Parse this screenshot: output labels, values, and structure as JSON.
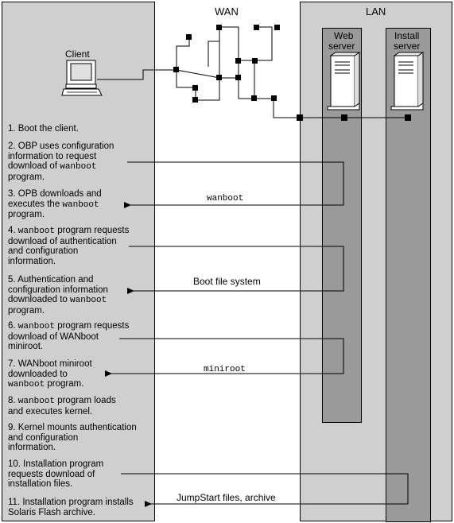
{
  "headers": {
    "wan": "WAN",
    "lan": "LAN"
  },
  "nodes": {
    "client": "Client",
    "web_server_line1": "Web",
    "web_server_line2": "server",
    "install_server_line1": "Install",
    "install_server_line2": "server"
  },
  "steps": [
    {
      "id": "s1",
      "parts": [
        [
          "t",
          "1. Boot the client."
        ]
      ]
    },
    {
      "id": "s2",
      "parts": [
        [
          "t",
          "2. OBP uses configuration\ninformation to request\ndownload of "
        ],
        [
          "m",
          "wanboot"
        ],
        [
          "t",
          "\nprogram."
        ]
      ]
    },
    {
      "id": "s3",
      "parts": [
        [
          "t",
          "3. OPB downloads and\nexecutes the "
        ],
        [
          "m",
          "wanboot"
        ],
        [
          "t",
          "\nprogram."
        ]
      ]
    },
    {
      "id": "s4",
      "parts": [
        [
          "t",
          "4. "
        ],
        [
          "m",
          "wanboot"
        ],
        [
          "t",
          " program requests\ndownload of authentication\nand configuration\ninformation."
        ]
      ]
    },
    {
      "id": "s5",
      "parts": [
        [
          "t",
          "5. Authentication  and\nconfiguration information\ndownloaded to "
        ],
        [
          "m",
          "wanboot"
        ],
        [
          "t",
          "\nprogram."
        ]
      ]
    },
    {
      "id": "s6",
      "parts": [
        [
          "t",
          "6. "
        ],
        [
          "m",
          "wanboot"
        ],
        [
          "t",
          " program requests\ndownload of WANboot\nminiroot."
        ]
      ]
    },
    {
      "id": "s7",
      "parts": [
        [
          "t",
          "7. WANboot miniroot\ndownloaded to\n"
        ],
        [
          "m",
          "wanboot"
        ],
        [
          "t",
          " program."
        ]
      ]
    },
    {
      "id": "s8",
      "parts": [
        [
          "t",
          "8. "
        ],
        [
          "m",
          "wanboot"
        ],
        [
          "t",
          " program loads\nand executes kernel."
        ]
      ]
    },
    {
      "id": "s9",
      "parts": [
        [
          "t",
          "9. Kernel mounts authentication\nand configuration\ninformation."
        ]
      ]
    },
    {
      "id": "s10",
      "parts": [
        [
          "t",
          "10. Installation program\nrequests download of\ninstallation files."
        ]
      ]
    },
    {
      "id": "s11",
      "parts": [
        [
          "t",
          "11. Installation program installs\nSolaris Flash archive."
        ]
      ]
    }
  ],
  "flow_labels": {
    "wanboot": "wanboot",
    "boot_fs": "Boot file system",
    "miniroot": "miniroot",
    "jumpstart": "JumpStart files, archive"
  }
}
